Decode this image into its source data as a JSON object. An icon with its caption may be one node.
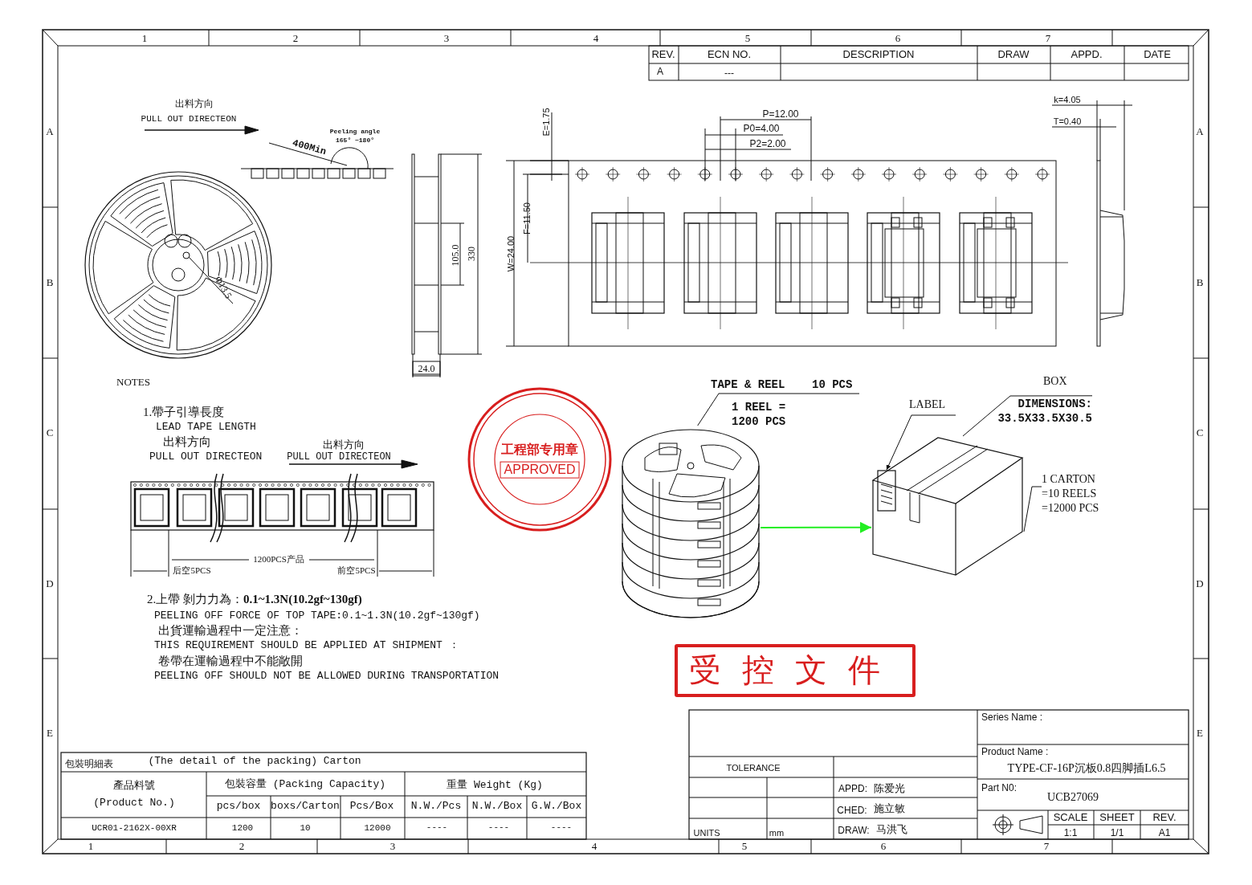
{
  "diagram": {
    "nodes": [
      {
        "text": [],
        "shape": "picture"
      },
      {
        "text": [],
        "shape": "picture"
      },
      {
        "text": [],
        "shape": "box",
        "in": 1
      },
      {
        "text": [
          "TAPE & REEL",
          "10 PCS",
          "1 REEL = 1200 PCS"
        ]
      },
      {
        "text": [
          "LABEL"
        ]
      },
      {
        "text": [
          "BOX",
          "DIMENSIONS: 33.5X33.5X30.5"
        ]
      },
      {
        "text": [
          "1 CARTON =10 REELS =12000 PCS"
        ]
      }
    ],
    "edges": [
      {
        "from": 3,
        "to": 0,
        "arrow": "none"
      },
      {
        "from": 4,
        "to": 2,
        "arrow": "to"
      },
      {
        "from": 5,
        "to": 1,
        "arrow": "none"
      },
      {
        "from": 6,
        "to": 1,
        "arrow": "none"
      },
      {
        "from": 0,
        "to": 1,
        "arrow": "to",
        "color": "#22ee22"
      }
    ],
    "labels": [
      "1",
      "2",
      "3",
      "4",
      "5",
      "6",
      "7",
      "REV.",
      "ECN NO.",
      "DESCRIPTION",
      "DRAW",
      "APPD.",
      "DATE",
      "A",
      "---",
      "A",
      "B",
      "C",
      "D",
      "E",
      "A",
      "B",
      "C",
      "D",
      "E",
      "出料方向",
      "PULL OUT DIRECTEON",
      "400Min",
      "Peeling angle",
      "165° ~180°",
      "Φ13.5",
      "105.0",
      "330",
      "24.0",
      "E=1.75",
      "P=12.00",
      "P0=4.00",
      "P2=2.00",
      "F=11.50",
      "W=24.00",
      "k=4.05",
      "T=0.40",
      "NOTES",
      "1.帶子引導長度",
      "LEAD TAPE LENGTH",
      "出料方向",
      "PULL OUT DIRECTEON",
      "出料方向",
      "PULL OUT DIRECTEON",
      "1200PCS产品",
      "后空5PCS",
      "前空5PCS",
      "2.上帶 剝力力為：**0.1~1.3N(10.2gf~130gf)**",
      "PEELING OFF FORCE OF TOP TAPE:0.1~1.3N(10.2gf~130gf)",
      "出貨運輸過程中一定注意：",
      "THIS REQUIREMENT SHOULD BE APPLIED AT SHIPMENT ：",
      "卷帶在運輸過程中不能敞開",
      "PEELING OFF SHOULD NOT BE ALLOWED DURING TRANSPORTATION",
      "工程部专用章",
      "APPROVED",
      "受控文件",
      "包裝明細表",
      "(The detail of the packing) Carton",
      "產品料號",
      "(Product No.)",
      "包裝容量 (Packing Capacity)",
      "重量 Weight (Kg)",
      "pcs/box",
      "boxs/Carton",
      "Pcs/Box",
      "N.W./Pcs",
      "N.W./Box",
      "G.W./Box",
      "UCR01-2162X-00XR",
      "1200",
      "10",
      "12000",
      "----",
      "----",
      "----",
      "TOLERANCE",
      "APPD:",
      "陈爱光",
      "CHED:",
      "施立敏",
      "UNITS",
      "mm",
      "DRAW:",
      "马洪飞",
      "Series Name :",
      "Product Name :",
      "TYPE-CF-16P沉板0.8四脚插L6.5",
      "Part N0:",
      "UCB27069",
      "SCALE",
      "SHEET",
      "REV.",
      "1:1",
      "1/1",
      "A1",
      "1",
      "2",
      "3",
      "4",
      "5",
      "6",
      "7"
    ]
  }
}
